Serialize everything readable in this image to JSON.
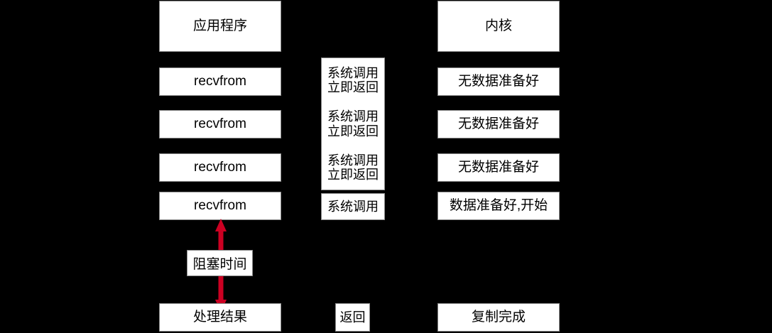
{
  "diagram": {
    "title_left": "应用程序",
    "title_right": "内核",
    "background_color": "#000000",
    "box_fill_color": "#ffffff",
    "box_border_color": "#8a8a8a",
    "arrow_color": "#cc0022",
    "left_column": {
      "header": "应用程序",
      "calls": [
        "recvfrom",
        "recvfrom",
        "recvfrom",
        "recvfrom"
      ],
      "result": "处理结果"
    },
    "middle_column": {
      "stacked": [
        {
          "line1": "系统调用",
          "line2": "立即返回"
        },
        {
          "line1": "系统调用",
          "line2": "立即返回"
        },
        {
          "line1": "系统调用",
          "line2": "立即返回"
        }
      ],
      "syscall": "系统调用",
      "return": "返回"
    },
    "right_column": {
      "header": "内核",
      "states": [
        "无数据准备好",
        "无数据准备好",
        "无数据准备好",
        "数据准备好,开始"
      ],
      "complete": "复制完成"
    },
    "annotation": {
      "blocking_time_label": "阻塞时间"
    }
  }
}
